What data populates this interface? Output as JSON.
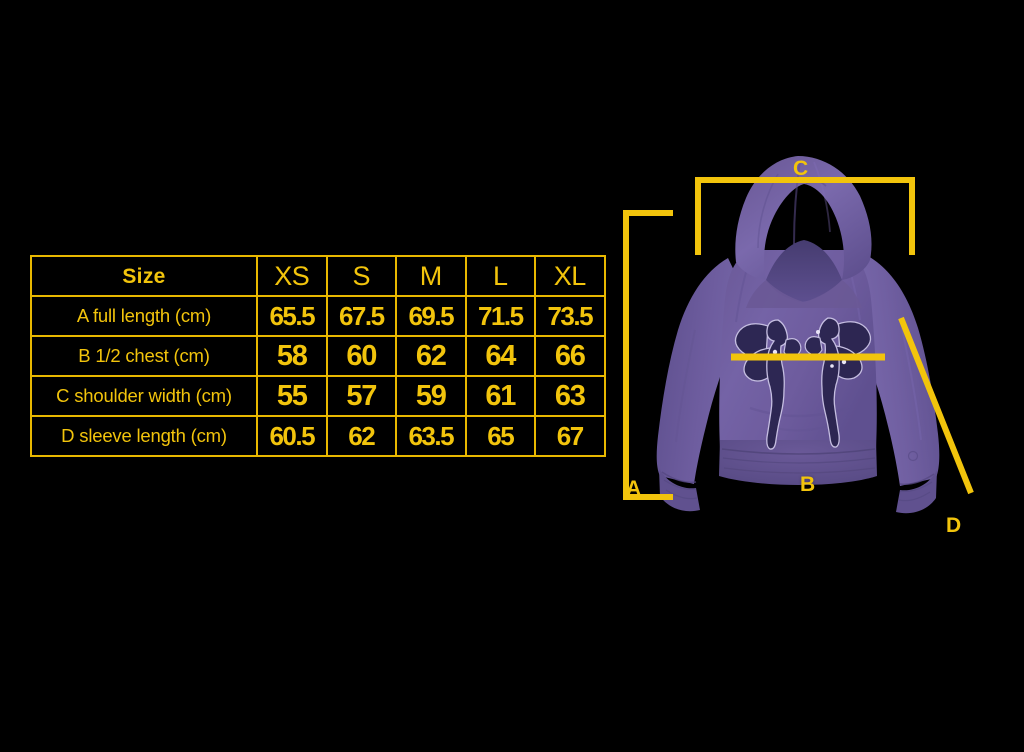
{
  "page": {
    "background_color": "#000000",
    "accent_color": "#F2C40C",
    "border_color": "#E8B800",
    "garment_color": "#6E5C9E",
    "graphic_color": "#2B2550"
  },
  "table": {
    "header_label": "Size",
    "size_columns": [
      "XS",
      "S",
      "M",
      "L",
      "XL"
    ],
    "rows": [
      {
        "label": "A full length (cm)",
        "measure_key": "A",
        "values": [
          "65.5",
          "67.5",
          "69.5",
          "71.5",
          "73.5"
        ],
        "value_style": "small"
      },
      {
        "label": "B 1/2 chest (cm)",
        "measure_key": "B",
        "values": [
          "58",
          "60",
          "62",
          "64",
          "66"
        ],
        "value_style": "normal"
      },
      {
        "label": "C shoulder width (cm)",
        "measure_key": "C",
        "values": [
          "55",
          "57",
          "59",
          "61",
          "63"
        ],
        "value_style": "normal"
      },
      {
        "label": "D sleeve length (cm)",
        "measure_key": "D",
        "values": [
          "60.5",
          "62",
          "63.5",
          "65",
          "67"
        ],
        "value_style": "small"
      }
    ]
  },
  "diagram": {
    "garment": "hoodie",
    "garment_graphic": "two-fairy-silhouettes",
    "markers": {
      "a_label": "A",
      "b_label": "B",
      "c_label": "C",
      "d_label": "D"
    },
    "marker_meanings": {
      "A": "full length",
      "B": "1/2 chest",
      "C": "shoulder width",
      "D": "sleeve length"
    }
  }
}
